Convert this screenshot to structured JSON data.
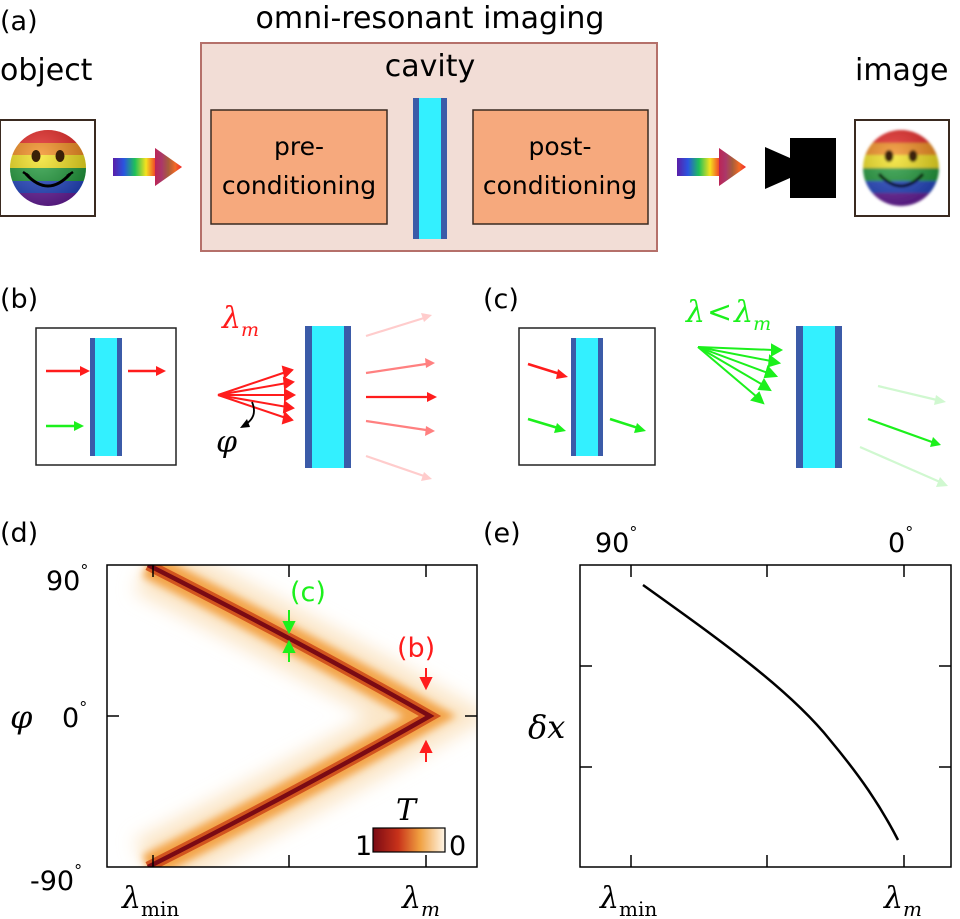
{
  "panel_a": {
    "label": "(a)",
    "object_label": "object",
    "title": "omni-resonant imaging",
    "cavity_label": "cavity",
    "pre_label_1": "pre-",
    "pre_label_2": "conditioning",
    "post_label_1": "post-",
    "post_label_2": "conditioning",
    "image_label": "image",
    "colors": {
      "block_fill": "#f6a97d",
      "enclosure_fill": "#f2ddd6",
      "enclosure_stroke": "#b5706a",
      "cavity_cyan": "#33f0ff",
      "cavity_blue": "#3b5ba8"
    }
  },
  "panel_b": {
    "label": "(b)",
    "lambda_m_symbol": "λ",
    "lambda_m_sub": "m",
    "phi_symbol": "φ",
    "arrow_color": "#ff1c1c"
  },
  "panel_c": {
    "label": "(c)",
    "condition_lhs": "λ",
    "condition_op": "<",
    "condition_rhs": "λ",
    "condition_sub": "m",
    "arrow_color": "#1cf01c"
  },
  "panel_d": {
    "label": "(d)",
    "y_axis_symbol": "φ",
    "y_ticks": [
      "90",
      "0",
      "-90"
    ],
    "degree": "°",
    "x_tick_left_symbol": "λ",
    "x_tick_left_sub": "min",
    "x_tick_right_symbol": "λ",
    "x_tick_right_sub": "m",
    "marker_c": "(c)",
    "marker_b": "(b)",
    "colorbar_title": "T",
    "colorbar_max": "1",
    "colorbar_min": "0"
  },
  "panel_e": {
    "label": "(e)",
    "y_axis_label": "δx",
    "top_ticks": [
      "90",
      "0"
    ],
    "degree": "°",
    "x_tick_left_symbol": "λ",
    "x_tick_left_sub": "min",
    "x_tick_right_symbol": "λ",
    "x_tick_right_sub": "m"
  }
}
